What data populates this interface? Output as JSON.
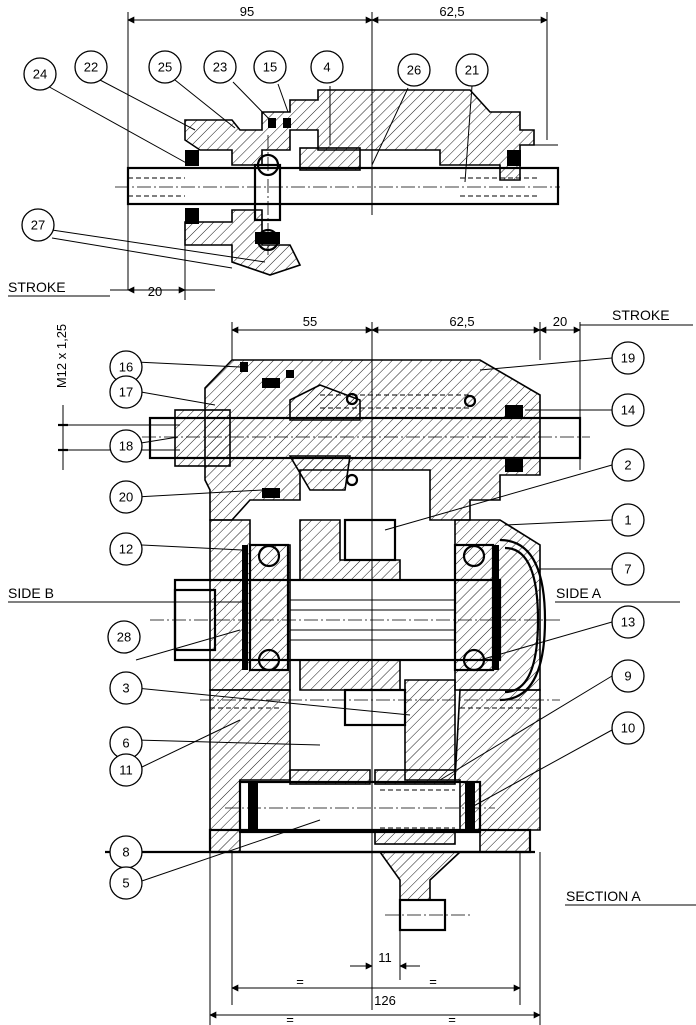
{
  "dimensions": {
    "top_95": "95",
    "top_62_5": "62,5",
    "top_stroke_20": "20",
    "mid_55": "55",
    "mid_62_5": "62,5",
    "mid_stroke_20": "20",
    "bottom_11": "11",
    "bottom_126": "126",
    "eq_upper_left": "=",
    "eq_upper_right": "=",
    "eq_lower_left": "=",
    "eq_lower_right": "=",
    "thread": "M12 x 1,25"
  },
  "labels": {
    "stroke_top": "STROKE",
    "stroke_mid": "STROKE",
    "side_b": "SIDE B",
    "side_a": "SIDE A",
    "section": "SECTION A"
  },
  "balloons": [
    {
      "id": "b24",
      "n": "24"
    },
    {
      "id": "b22",
      "n": "22"
    },
    {
      "id": "b25",
      "n": "25"
    },
    {
      "id": "b23",
      "n": "23"
    },
    {
      "id": "b15",
      "n": "15"
    },
    {
      "id": "b4",
      "n": "4"
    },
    {
      "id": "b26",
      "n": "26"
    },
    {
      "id": "b21",
      "n": "21"
    },
    {
      "id": "b27",
      "n": "27"
    },
    {
      "id": "b16",
      "n": "16"
    },
    {
      "id": "b17",
      "n": "17"
    },
    {
      "id": "b18",
      "n": "18"
    },
    {
      "id": "b20",
      "n": "20"
    },
    {
      "id": "b12",
      "n": "12"
    },
    {
      "id": "b28",
      "n": "28"
    },
    {
      "id": "b3",
      "n": "3"
    },
    {
      "id": "b6",
      "n": "6"
    },
    {
      "id": "b11",
      "n": "11"
    },
    {
      "id": "b8",
      "n": "8"
    },
    {
      "id": "b5",
      "n": "5"
    },
    {
      "id": "b19",
      "n": "19"
    },
    {
      "id": "b14",
      "n": "14"
    },
    {
      "id": "b2",
      "n": "2"
    },
    {
      "id": "b1",
      "n": "1"
    },
    {
      "id": "b7",
      "n": "7"
    },
    {
      "id": "b13",
      "n": "13"
    },
    {
      "id": "b9",
      "n": "9"
    },
    {
      "id": "b10",
      "n": "10"
    }
  ]
}
